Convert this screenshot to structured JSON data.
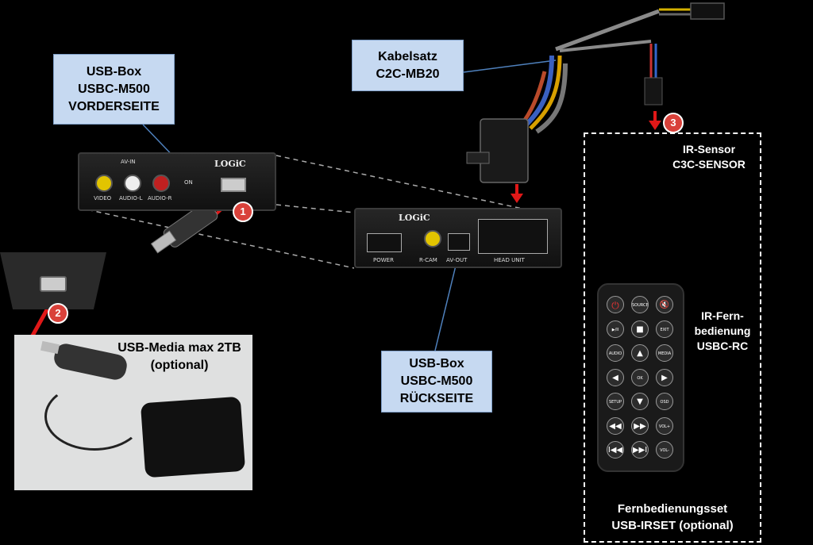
{
  "callouts": {
    "usb_box_front": [
      "USB-Box",
      "USBC-M500",
      "VORDERSEITE"
    ],
    "cable_set": [
      "Kabelsatz",
      "C2C-MB20"
    ],
    "usb_box_back": [
      "USB-Box",
      "USBC-M500",
      "RÜCKSEITE"
    ]
  },
  "labels": {
    "usb_media": [
      "USB-Media max 2TB",
      "(optional)"
    ],
    "ir_sensor": [
      "IR-Sensor",
      "C3C-SENSOR"
    ],
    "ir_remote": [
      "IR-Fern-",
      "bedienung",
      "USBC-RC"
    ],
    "remote_set": [
      "Fernbedienungsset",
      "USB-IRSET (optional)"
    ]
  },
  "badges": [
    "1",
    "2",
    "3"
  ],
  "front_panel": {
    "brand": "LOGiC",
    "av_in": "AV-IN",
    "on": "ON",
    "ports": [
      "VIDEO",
      "AUDIO-L",
      "AUDIO-R"
    ]
  },
  "back_panel": {
    "brand": "LOGiC",
    "ports": [
      "POWER",
      "R-CAM",
      "AV-OUT",
      "HEAD UNIT"
    ]
  },
  "remote": {
    "buttons": [
      [
        "⏻",
        "SOURCE",
        "🔇"
      ],
      [
        "▶/II",
        "■",
        "EXIT"
      ],
      [
        "AUDIO",
        "▲",
        "MEDIA"
      ],
      [
        "◀",
        "OK",
        "▶"
      ],
      [
        "SETUP",
        "▼",
        "OSD"
      ],
      [
        "◀◀",
        "▶▶",
        "VOL+"
      ],
      [
        "I◀◀",
        "▶▶I",
        "VOL-"
      ]
    ]
  },
  "colors": {
    "callout_bg": "#c6d9f1",
    "badge_red": "#d9413a",
    "arrow_red": "#e01818",
    "leader_blue": "#4f81bd"
  }
}
